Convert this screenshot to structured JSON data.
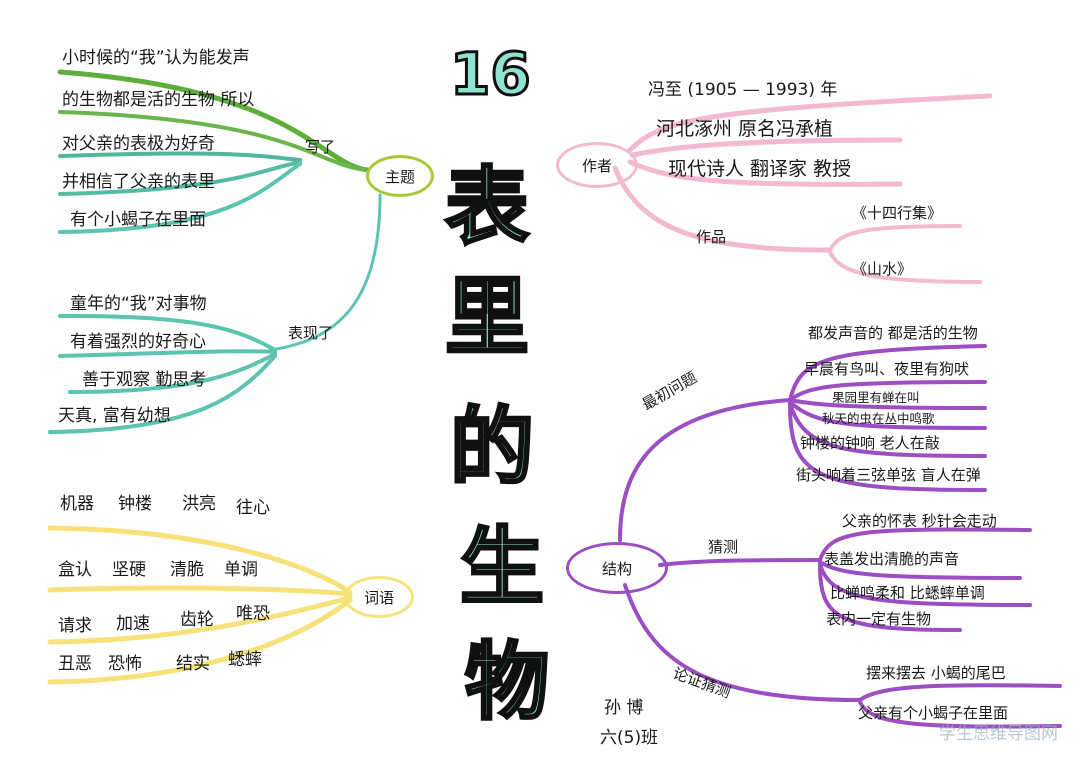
{
  "title": {
    "number": "16",
    "chars": [
      "表",
      "里",
      "的",
      "生",
      "物"
    ]
  },
  "topic": {
    "center": "主题",
    "branch_wrote": "写了",
    "wrote_items": [
      "小时候的“我”认为能发声",
      "的生物都是活的生物 所以",
      "对父亲的表极为好奇",
      "并相信了父亲的表里",
      "有个小蝎子在里面"
    ],
    "branch_show": "表现了",
    "show_items": [
      "童年的“我”对事物",
      "有着强烈的好奇心",
      "善于观察 勤思考",
      "天真, 富有幼想"
    ]
  },
  "words": {
    "center": "词语",
    "rows": [
      [
        "机器",
        "钟楼",
        "洪亮",
        "往心"
      ],
      [
        "盒认",
        "坚硬",
        "清脆",
        "单调"
      ],
      [
        "请求",
        "加速",
        "齿轮",
        "唯恐"
      ],
      [
        "丑恶",
        "恐怖",
        "结实",
        "蟋蟀"
      ]
    ]
  },
  "author": {
    "center": "作者",
    "lines": [
      "冯至 (1905 — 1993) 年",
      "河北涿州   原名冯承植",
      "现代诗人   翻译家   教授"
    ],
    "works_label": "作品",
    "works": [
      "《十四行集》",
      "《山水》"
    ]
  },
  "structure": {
    "center": "结构",
    "first": "最初问题",
    "first_items": [
      "都发声音的 都是活的生物",
      "早晨有鸟叫、夜里有狗吠",
      "果园里有蝉在叫",
      "秋天的虫在丛中鸣歌",
      "钟楼的钟响 老人在敲",
      "街头响着三弦单弦 盲人在弹"
    ],
    "guess": "猜测",
    "guess_items": [
      "父亲的怀表  秒针会走动",
      "表盖发出清脆的声音",
      "比蝉鸣柔和  比蟋蟀单调",
      "表内一定有生物"
    ],
    "verify": "论证猜测",
    "verify_items": [
      "摆来摆去 小蝎的尾巴",
      "父亲有个小蝎子在里面"
    ]
  },
  "signature": {
    "name": "孙 博",
    "class": "六(5)班"
  },
  "watermark": "学生思维导图网",
  "colors": {
    "green": "#5fae3a",
    "teal": "#5cc4b0",
    "pink": "#f3b9d0",
    "purple": "#9b4fc2",
    "yellow": "#f7e27a",
    "title_fill": "#8fe3cf"
  }
}
